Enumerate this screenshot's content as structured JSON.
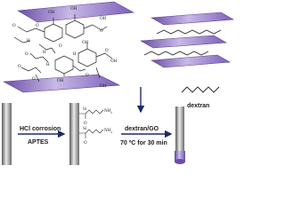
{
  "labels": {
    "hcl": "HCl corrosion",
    "aptes": "APTES",
    "dextran_go": "dextran/GO",
    "condition": "70 ºC for 30 min",
    "dextran_legend": "dextran",
    "nh2": "NH",
    "nh2_sub": "2",
    "si": "Si",
    "o": "O",
    "oh": "OH",
    "h": "H"
  },
  "colors": {
    "sheet_light": "#c8b9e6",
    "sheet_mid": "#9c86cf",
    "sheet_dark": "#6b4fa8",
    "rod_light": "#e6e6e6",
    "rod_dark": "#6e6e6e",
    "rod_purple": "#7a5fb8",
    "arrow": "#1f2a66",
    "line": "#222222"
  },
  "icons": {
    "go_sheet": "graphene-oxide-sheet-icon",
    "dextran_chain": "zigzag-chain-icon",
    "rod": "fiber-rod-icon",
    "arrow": "reaction-arrow-icon"
  }
}
